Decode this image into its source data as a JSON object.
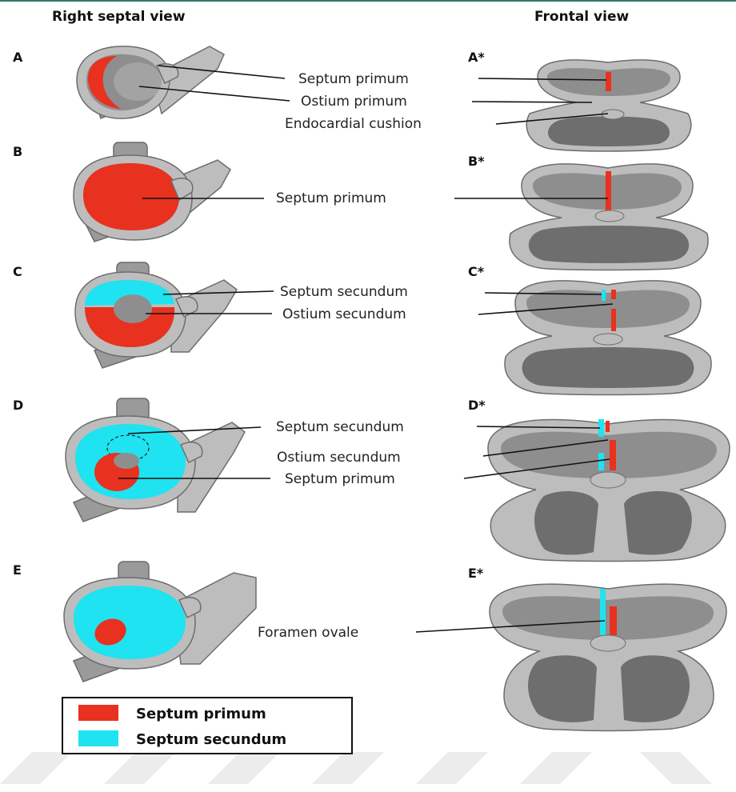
{
  "headers": {
    "left": "Right septal view",
    "right": "Frontal view"
  },
  "panels": [
    {
      "left_letter": "A",
      "right_letter": "A*",
      "labels": [
        "Septum primum",
        "Ostium primum",
        "Endocardial cushion"
      ]
    },
    {
      "left_letter": "B",
      "right_letter": "B*",
      "labels": [
        "Septum primum"
      ]
    },
    {
      "left_letter": "C",
      "right_letter": "C*",
      "labels": [
        "Septum secundum",
        "Ostium secundum"
      ]
    },
    {
      "left_letter": "D",
      "right_letter": "D*",
      "labels": [
        "Septum secundum",
        "Ostium secundum",
        "Septum primum"
      ]
    },
    {
      "left_letter": "E",
      "right_letter": "E*",
      "labels": [
        "Foramen ovale"
      ]
    }
  ],
  "legend": [
    {
      "label": "Septum primum",
      "color": "#e8311f"
    },
    {
      "label": "Septum secundum",
      "color": "#1fe3f0"
    }
  ],
  "colors": {
    "septum_primum": "#e8311f",
    "septum_secundum": "#1fe3f0",
    "tissue": "#bdbdbd",
    "cavity": "#8e8e8e"
  }
}
